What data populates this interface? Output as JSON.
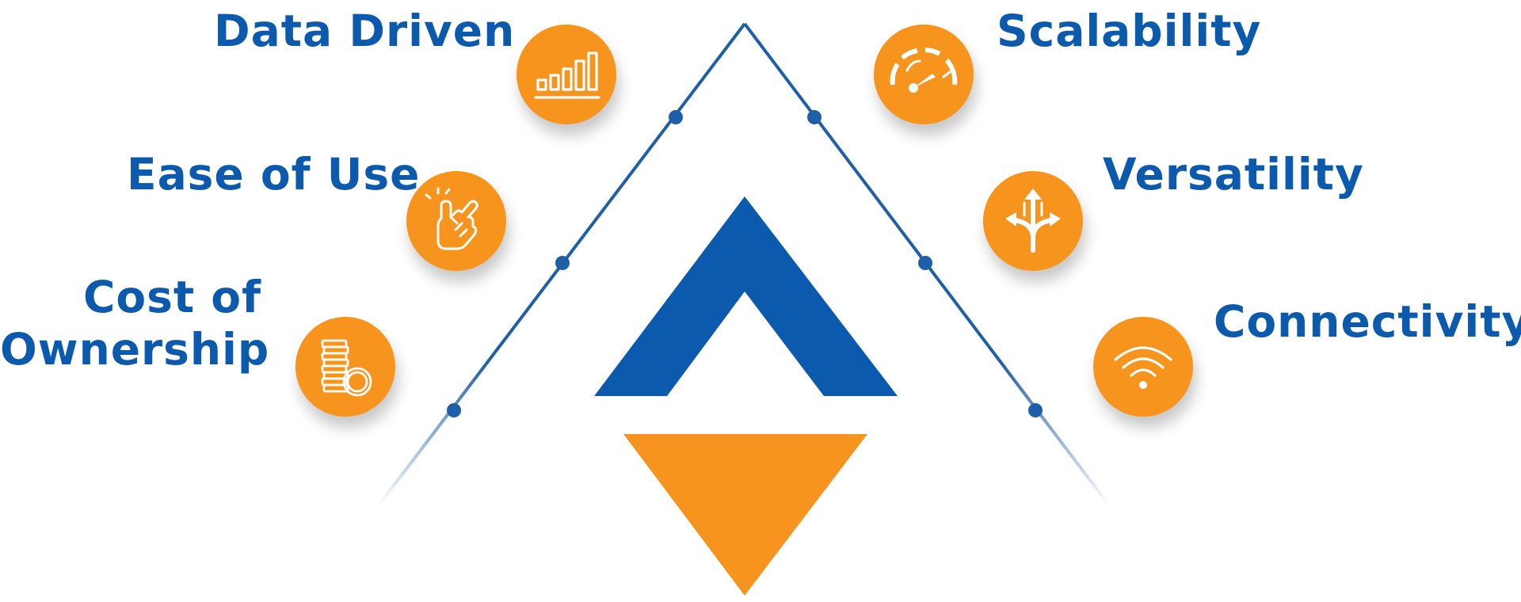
{
  "colors": {
    "blue": "#0b5aad",
    "orange": "#f7941d",
    "line": "#1f5ea8"
  },
  "features": {
    "data_driven": {
      "label": "Data Driven",
      "icon": "bar-chart-icon"
    },
    "ease_of_use": {
      "label": "Ease of Use",
      "icon": "pointing-hand-icon"
    },
    "cost_line1": "Cost of",
    "cost_line2": "Ownership",
    "cost_icon": "coin-stack-icon",
    "scalability": {
      "label": "Scalability",
      "icon": "speedometer-icon"
    },
    "versatility": {
      "label": "Versatility",
      "icon": "split-arrows-icon"
    },
    "connectivity": {
      "label": "Connectivity",
      "icon": "wifi-icon"
    }
  }
}
